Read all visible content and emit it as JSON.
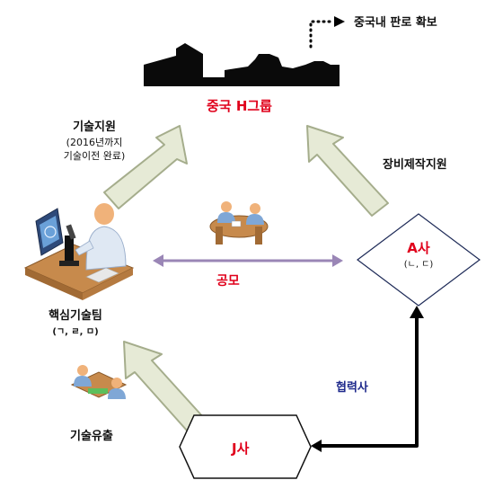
{
  "colors": {
    "red": "#e0001b",
    "navy": "#1f2a8c",
    "arrow_fill": "#e6ead6",
    "arrow_stroke": "#a5ad8c",
    "purple_arrow": "#9a86b6",
    "skyline": "#0a0a0a",
    "shape_border": "#1d2a57"
  },
  "top_note": "중국내 판로 확보",
  "china_group": "중국 H그룹",
  "tech_support": {
    "title": "기술지원",
    "line2": "(2016년까지",
    "line3": "기술이전 완료)"
  },
  "equipment_support": "장비제작지원",
  "collusion": "공모",
  "a_company": {
    "name": "A사",
    "members": "(ㄴ, ㄷ)"
  },
  "core_team": {
    "name": "핵심기술팀",
    "members": "(ㄱ, ㄹ, ㅁ)"
  },
  "partner": "협력사",
  "leak": "기술유출",
  "j_company": "J사",
  "icons": [
    "scientist-icon",
    "meeting-icon",
    "handover-icon",
    "city-skyline-icon"
  ]
}
